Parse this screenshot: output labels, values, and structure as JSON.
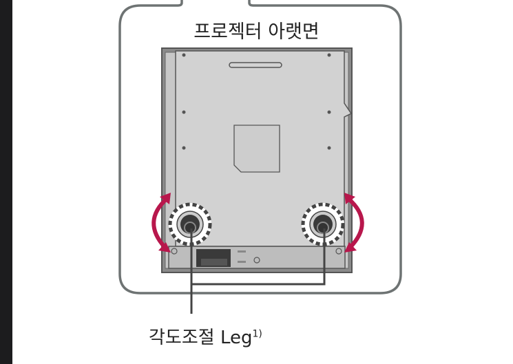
{
  "diagram": {
    "title": "프로젝터 아랫면",
    "leg_label": "각도조절 Leg",
    "leg_label_footnote": "1)",
    "colors": {
      "frame": "#6e7373",
      "arrow": "#b8174c",
      "plate": "#d0d0d0",
      "body": "#7a7a7a"
    }
  }
}
